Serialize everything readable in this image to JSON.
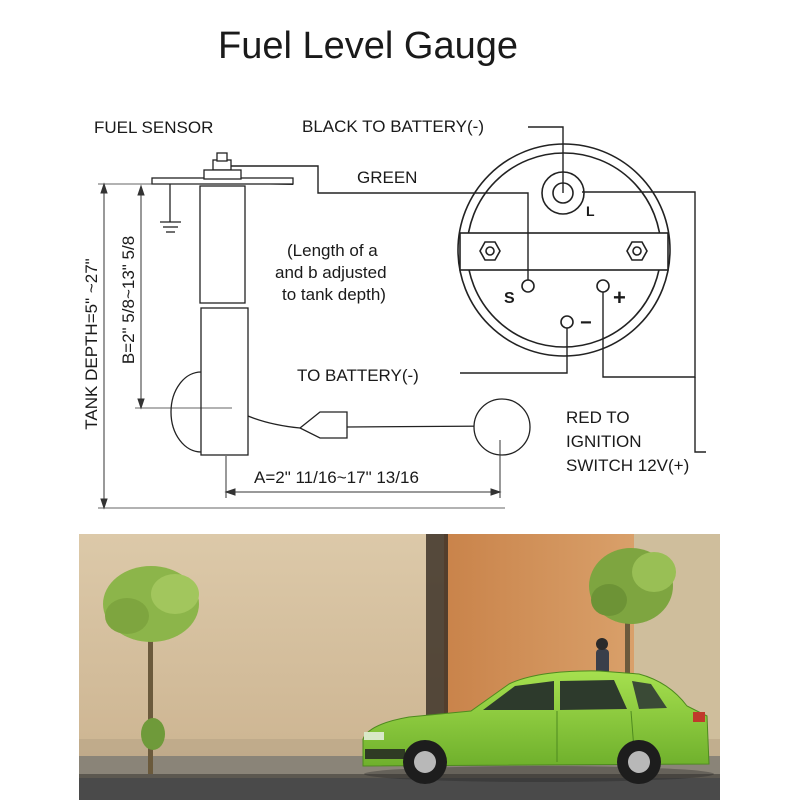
{
  "diagram": {
    "title": "Fuel Level Gauge",
    "labels": {
      "fuel_sensor": "FUEL SENSOR",
      "black_to_battery": "BLACK TO BATTERY(-)",
      "green": "GREEN",
      "note_line1": "(Length of a",
      "note_line2": "and b adjusted",
      "note_line3": "to tank depth)",
      "to_battery": "TO BATTERY(-)",
      "red_line1": "RED TO",
      "red_line2": "IGNITION",
      "red_line3": "SWITCH 12V(+)",
      "tank_depth": "TANK DEPTH=5\" ~27\"",
      "b_dimension": "B=2\" 5/8~13\" 5/8",
      "a_dimension": "A=2\" 11/16~17\" 13/16"
    },
    "terminals": {
      "l": "L",
      "s": "S",
      "minus": "−",
      "plus": "+"
    }
  },
  "photo": {
    "subject": "green-sedan-on-street",
    "colors": {
      "sky_wall": "#d8c3a3",
      "orange_wall": "#d2935a",
      "car": "#8fd13f",
      "road": "#4a4a4a"
    }
  }
}
